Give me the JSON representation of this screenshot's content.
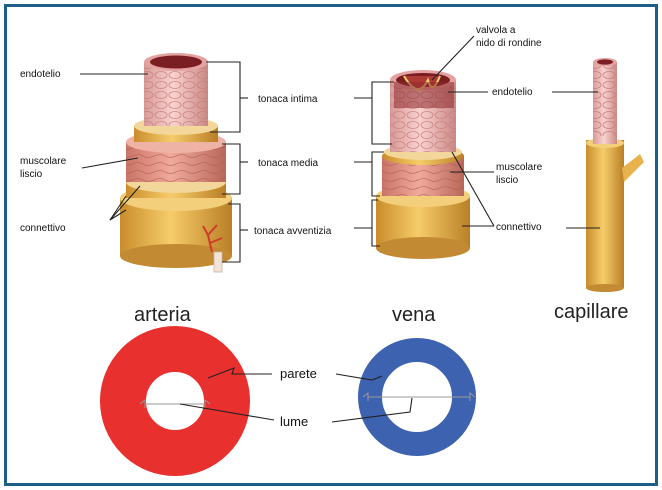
{
  "labels": {
    "endotelio": "endotelio",
    "muscolare": "muscolare",
    "liscio": "liscio",
    "connettivo": "connettivo",
    "tonaca_intima": "tonaca intima",
    "tonaca_media": "tonaca media",
    "tonaca_avventizia": "tonaca avventizia",
    "valvola_1": "valvola a",
    "valvola_2": "nido di rondine",
    "arteria": "arteria",
    "vena": "vena",
    "capillare": "capillare",
    "parete": "parete",
    "lume": "lume"
  },
  "colors": {
    "frame": "#1d5f86",
    "artery_ring": "#e8302f",
    "vein_ring": "#3d62b0",
    "connective": "#e9b94f",
    "muscle": "#d98a7e",
    "intima": "#f0b9b4",
    "lumen_dark": "#7a1e24"
  }
}
